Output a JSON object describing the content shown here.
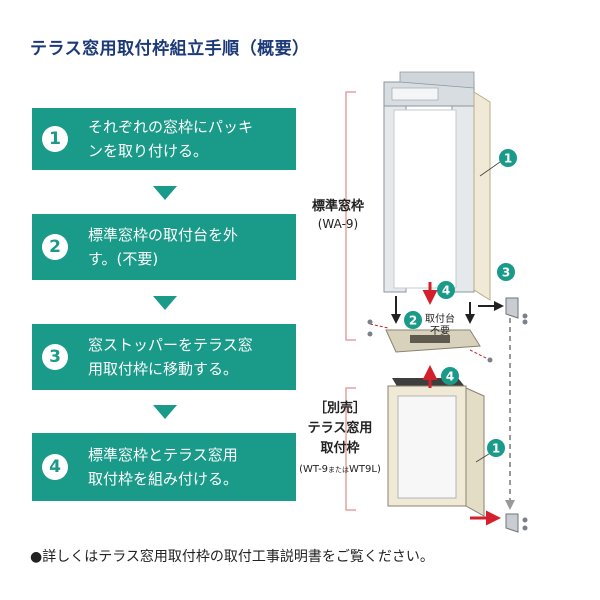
{
  "title": "テラス窓用取付枠組立手順（概要）",
  "steps": [
    {
      "num": "1",
      "line1": "それぞれの窓枠にパッキ",
      "line2": "ンを取り付ける。"
    },
    {
      "num": "2",
      "line1": "標準窓枠の取付台を外",
      "line2": "す。(不要)"
    },
    {
      "num": "3",
      "line1": "窓ストッパーをテラス窓",
      "line2": "用取付枠に移動する。"
    },
    {
      "num": "4",
      "line1": "標準窓枠とテラス窓用",
      "line2": "取付枠を組み付ける。"
    }
  ],
  "diagram": {
    "standard_frame_label": "標準窓枠",
    "standard_frame_model": "(WA-9)",
    "mount_label_1": "取付台",
    "mount_label_2": "不要",
    "separate_label": "［別売］",
    "terrace_label_1": "テラス窓用",
    "terrace_label_2": "取付枠",
    "terrace_model_a": "(WT-9",
    "terrace_model_or": "または",
    "terrace_model_b": "WT9L)",
    "markers": [
      "1",
      "4",
      "3",
      "2",
      "4",
      "1"
    ]
  },
  "note": "●詳しくはテラス窓用取付枠の取付工事説明書をご覧ください。",
  "colors": {
    "teal": "#1a9a88",
    "navy": "#1c3a78",
    "red": "#d3202c",
    "pink": "#e8a0a0"
  }
}
